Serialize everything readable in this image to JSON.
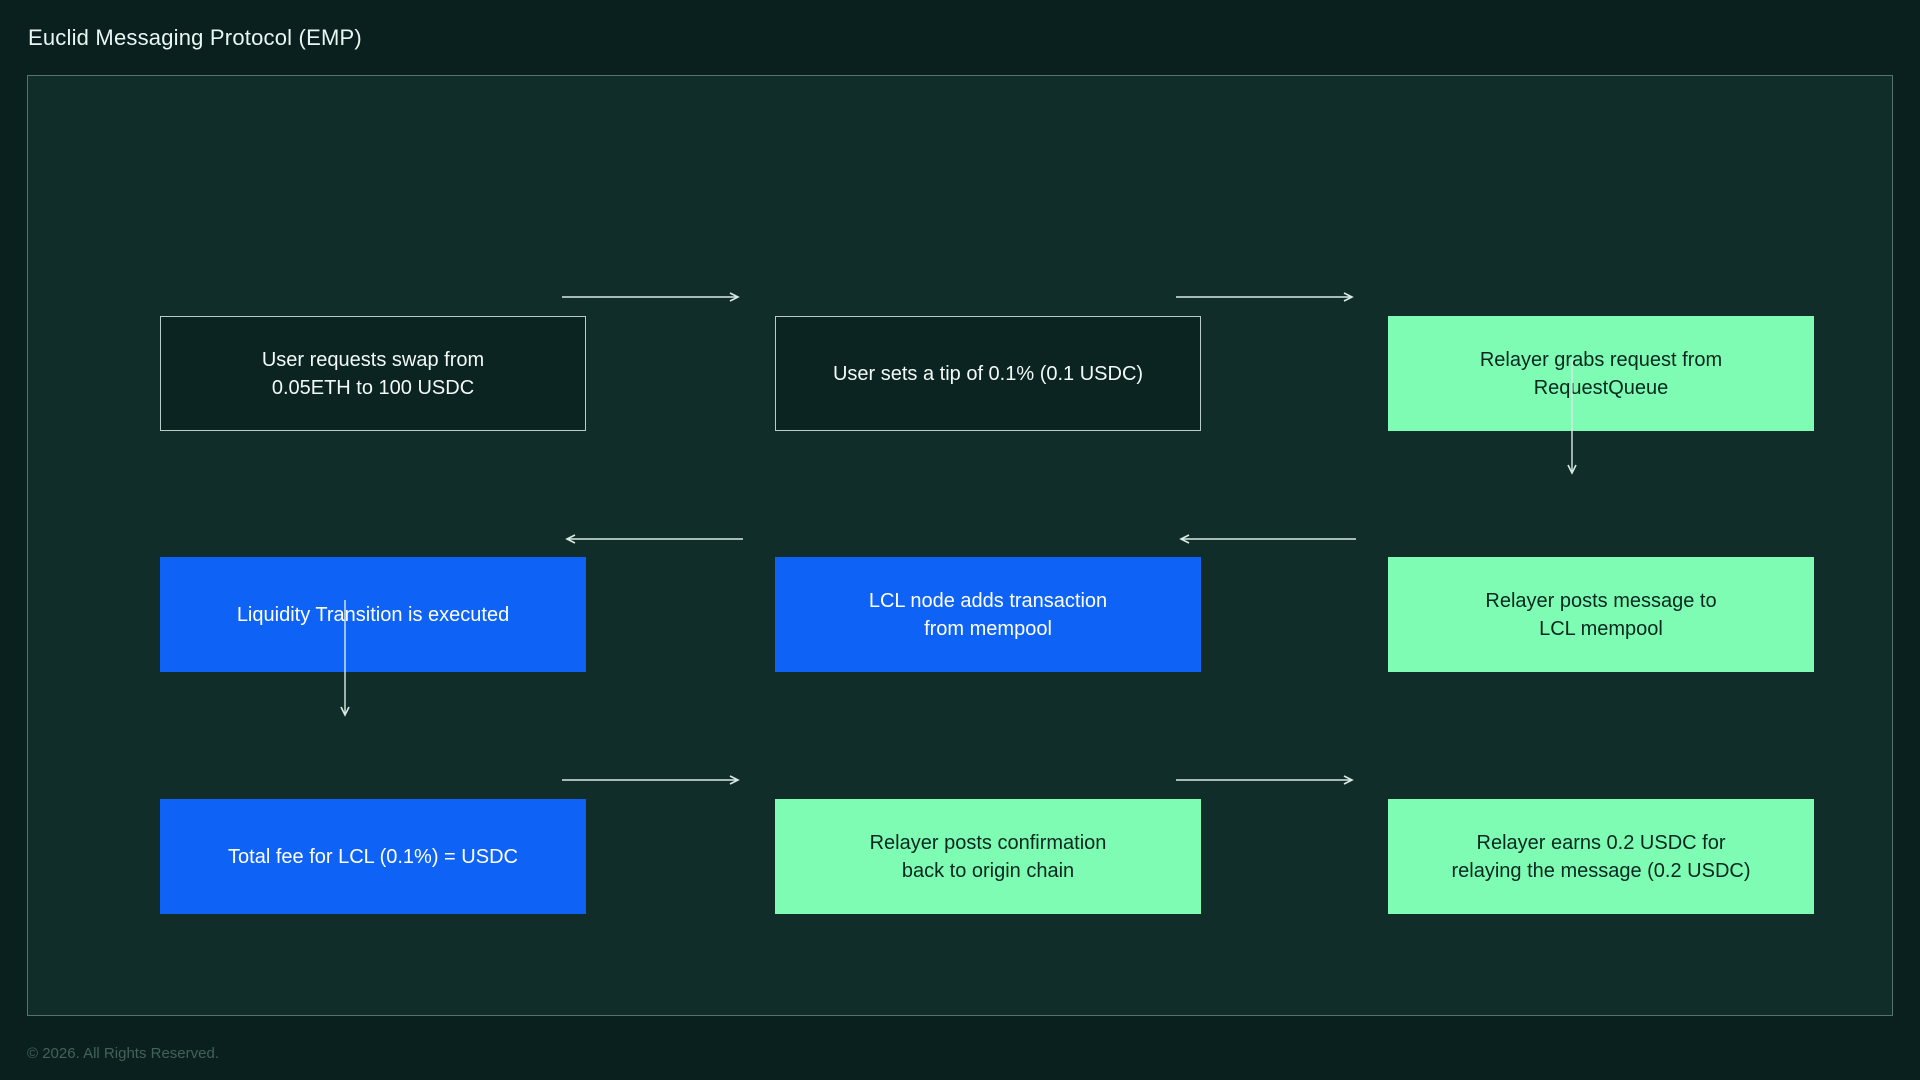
{
  "header": {
    "title": "Euclid Messaging Protocol (EMP)"
  },
  "diagram": {
    "nodes": [
      {
        "label": "User requests swap from\n0.05ETH to 100 USDC",
        "type": "dark"
      },
      {
        "label": "User sets a tip of 0.1% (0.1 USDC)",
        "type": "dark"
      },
      {
        "label": "Relayer grabs request from\nRequestQueue",
        "type": "green"
      },
      {
        "label": "Liquidity Transition is executed",
        "type": "blue"
      },
      {
        "label": "LCL node adds transaction\nfrom mempool",
        "type": "blue"
      },
      {
        "label": "Relayer posts message to\nLCL mempool",
        "type": "green"
      },
      {
        "label": "Total fee for LCL (0.1%) = USDC",
        "type": "blue"
      },
      {
        "label": "Relayer posts confirmation\nback to origin chain",
        "type": "green"
      },
      {
        "label": "Relayer earns 0.2 USDC for\nrelaying the message (0.2 USDC)",
        "type": "green"
      }
    ],
    "flow": [
      "n1 -> n2",
      "n2 -> n3",
      "n3 -> n6",
      "n6 -> n5",
      "n5 -> n4",
      "n4 -> n7",
      "n7 -> n8",
      "n8 -> n9"
    ]
  },
  "footer": {
    "copyright": "© 2026. All Rights Reserved."
  },
  "colors": {
    "background": "#0a201e",
    "panel": "#102d29",
    "node_dark": "#0b2421",
    "node_dark_border": "#b7cdc7",
    "node_blue": "#0e63f6",
    "node_green": "#7efcb4",
    "arrow": "#d9eae4",
    "text_light": "#f2f9f6",
    "text_dark": "#06281f"
  }
}
